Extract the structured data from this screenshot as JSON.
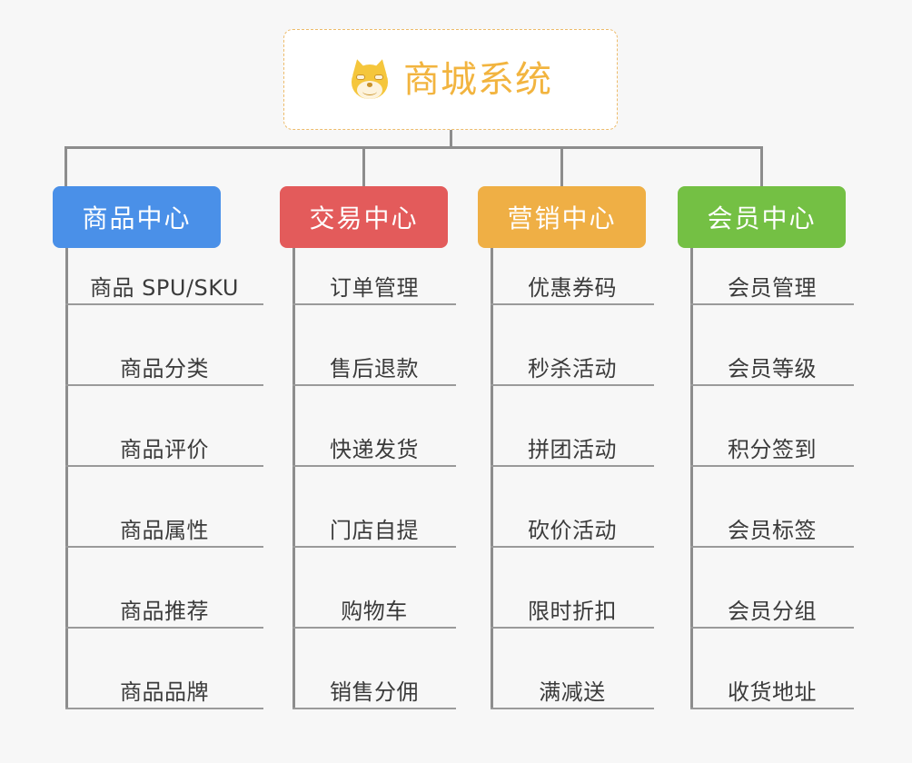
{
  "page": {
    "background_color": "#f7f7f7",
    "type": "org-chart-mindmap"
  },
  "root": {
    "title": "商城系统",
    "icon": "shiba-dog-face-icon",
    "text_color": "#f2b43f",
    "border_color": "#edbb6a",
    "background_color": "#ffffff"
  },
  "connector_color": "#8d8d8d",
  "columns": [
    {
      "id": "product-center",
      "title": "商品中心",
      "color": "#4a90e8",
      "items": [
        "商品 SPU/SKU",
        "商品分类",
        "商品评价",
        "商品属性",
        "商品推荐",
        "商品品牌"
      ]
    },
    {
      "id": "trade-center",
      "title": "交易中心",
      "color": "#e35b5b",
      "items": [
        "订单管理",
        "售后退款",
        "快递发货",
        "门店自提",
        "购物车",
        "销售分佣"
      ]
    },
    {
      "id": "marketing-center",
      "title": "营销中心",
      "color": "#efaf45",
      "items": [
        "优惠券码",
        "秒杀活动",
        "拼团活动",
        "砍价活动",
        "限时折扣",
        "满减送"
      ]
    },
    {
      "id": "member-center",
      "title": "会员中心",
      "color": "#74c044",
      "items": [
        "会员管理",
        "会员等级",
        "积分签到",
        "会员标签",
        "会员分组",
        "收货地址"
      ]
    }
  ]
}
